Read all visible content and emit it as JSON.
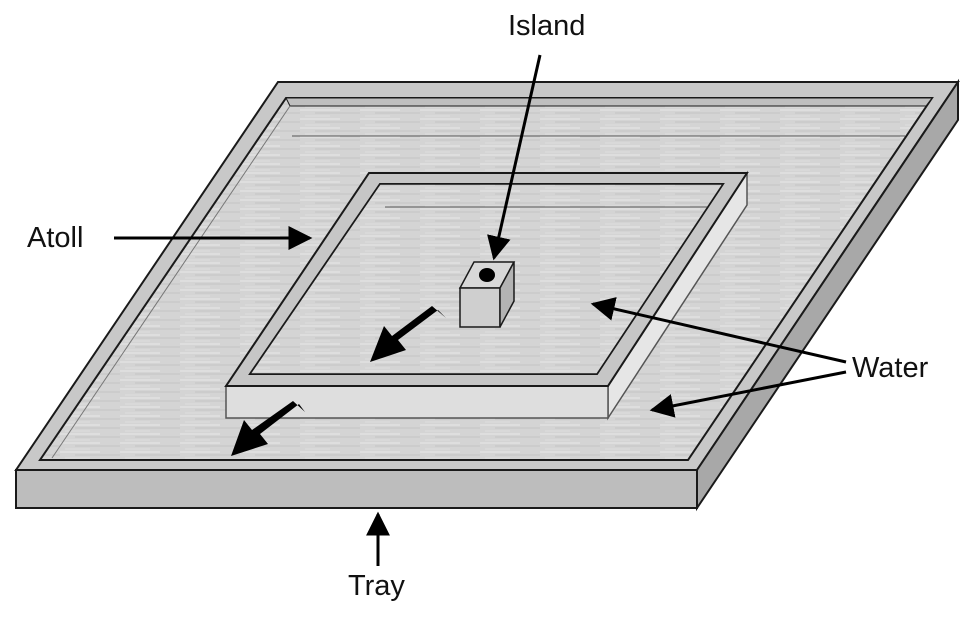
{
  "labels": {
    "island": "Island",
    "atoll": "Atoll",
    "water": "Water",
    "tray": "Tray"
  },
  "colors": {
    "water": "#d2d2d2",
    "rim": "#bdbdbd",
    "rim_dark": "#9a9a9a",
    "outline": "#1a1a1a",
    "arrow": "#000000"
  }
}
